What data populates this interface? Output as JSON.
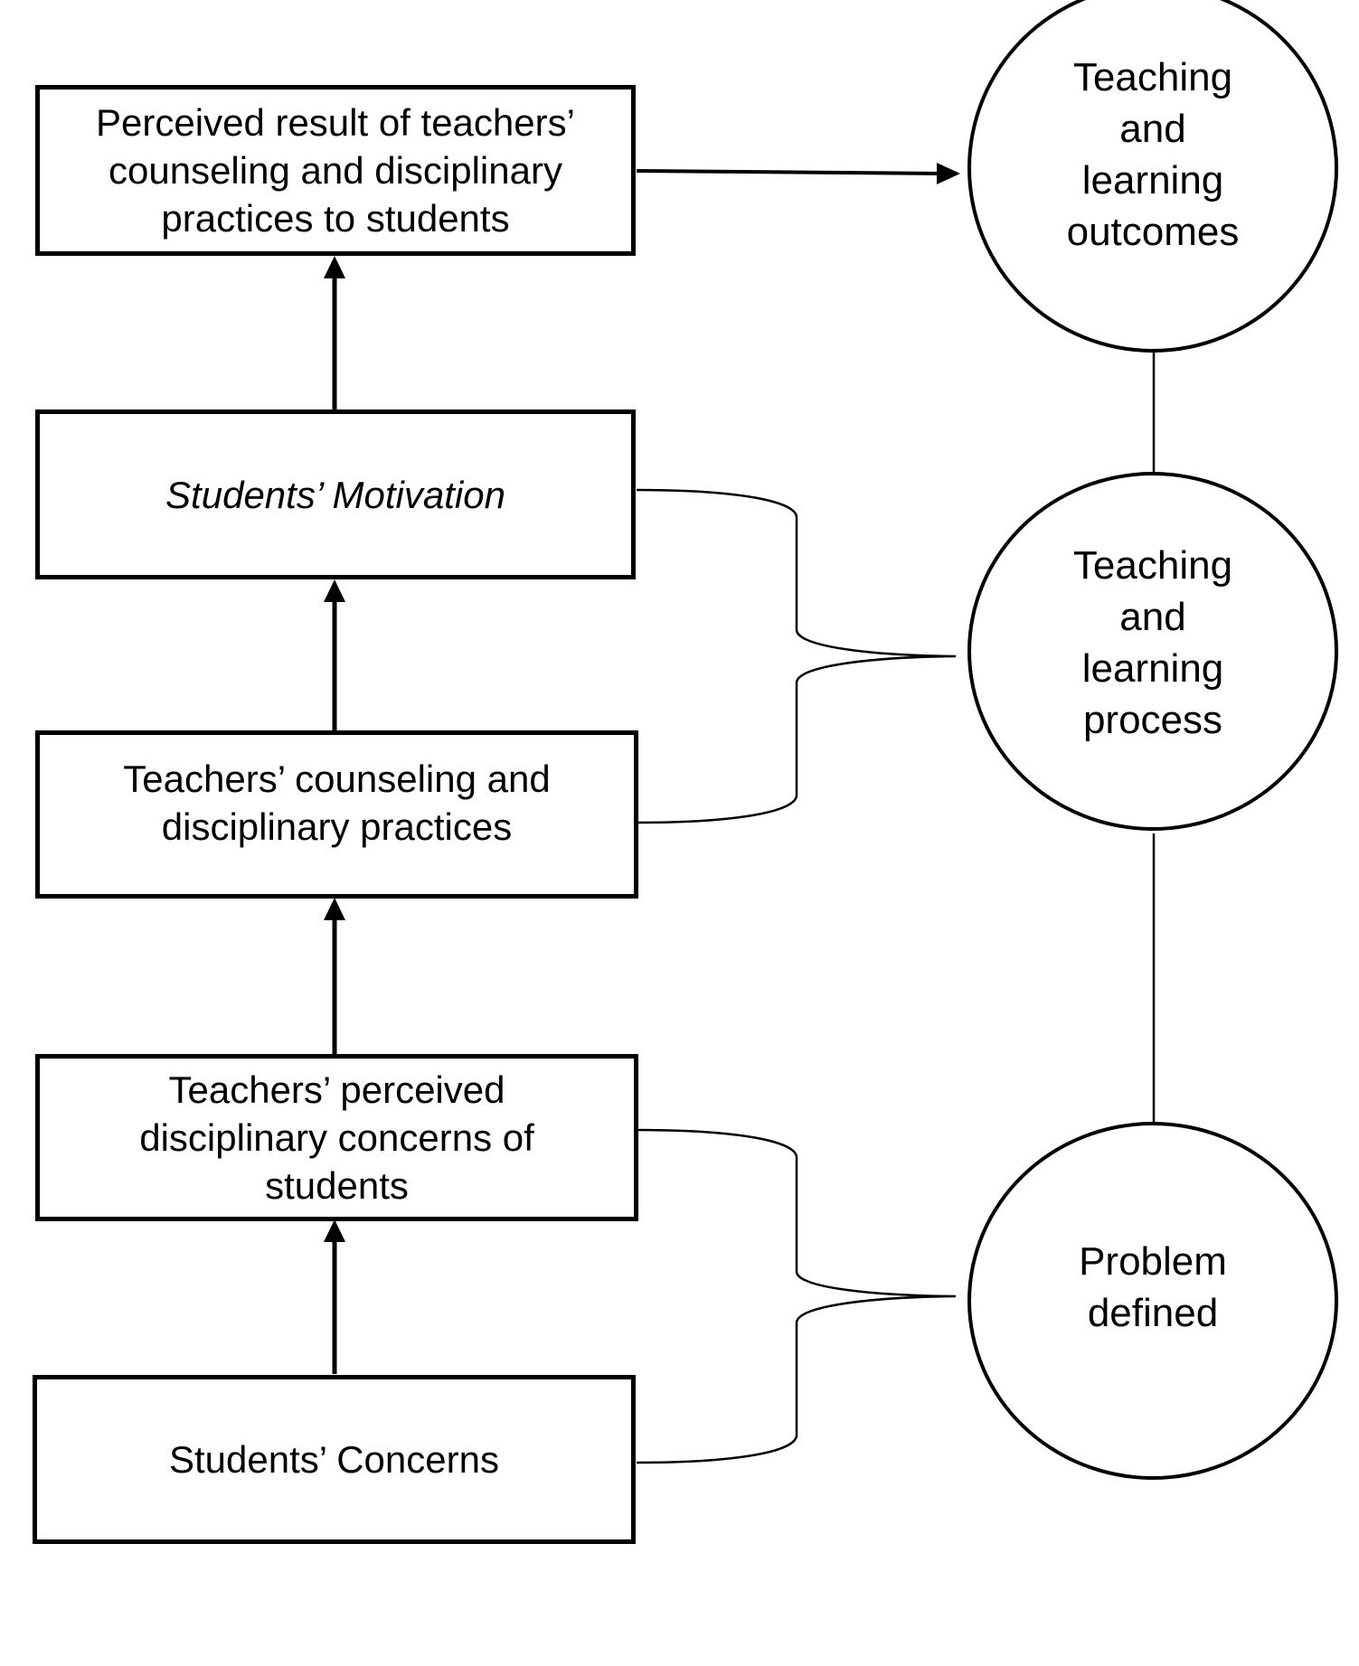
{
  "diagram": {
    "boxes": [
      {
        "id": "perceived-result",
        "label": "Perceived result of teachers’ counseling and disciplinary practices to students",
        "italic": false
      },
      {
        "id": "students-motivation",
        "label": "Students’ Motivation",
        "italic": true
      },
      {
        "id": "counseling-practices",
        "label": "Teachers’ counseling and disciplinary practices",
        "italic": false
      },
      {
        "id": "perceived-concerns",
        "label": "Teachers’ perceived disciplinary concerns of students",
        "italic": false
      },
      {
        "id": "students-concerns",
        "label": "Students’ Concerns",
        "italic": false
      }
    ],
    "circles": [
      {
        "id": "outcomes",
        "label": "Teaching\nand\nlearning\noutcomes"
      },
      {
        "id": "process",
        "label": "Teaching\nand\nlearning\nprocess"
      },
      {
        "id": "problem",
        "label": "Problem\ndefined"
      }
    ],
    "connections": [
      {
        "from": "students-concerns",
        "to": "perceived-concerns",
        "type": "arrow"
      },
      {
        "from": "perceived-concerns",
        "to": "counseling-practices",
        "type": "arrow"
      },
      {
        "from": "counseling-practices",
        "to": "students-motivation",
        "type": "arrow"
      },
      {
        "from": "students-motivation",
        "to": "perceived-result",
        "type": "arrow"
      },
      {
        "from": "perceived-result",
        "to": "outcomes",
        "type": "arrow"
      },
      {
        "from": [
          "students-motivation",
          "counseling-practices"
        ],
        "to": "process",
        "type": "brace"
      },
      {
        "from": [
          "perceived-concerns",
          "students-concerns"
        ],
        "to": "problem",
        "type": "brace"
      },
      {
        "from": "outcomes",
        "to": "process",
        "type": "line"
      },
      {
        "from": "process",
        "to": "problem",
        "type": "line"
      }
    ]
  }
}
